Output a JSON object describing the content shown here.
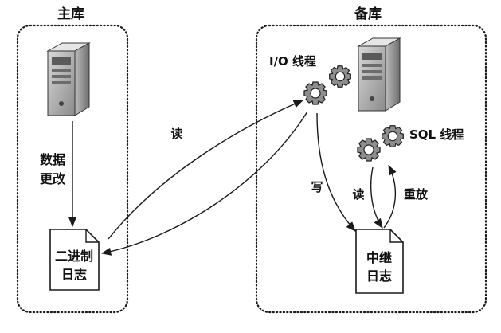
{
  "primary": {
    "title": "主库",
    "data_change_label": [
      "数据",
      "更改"
    ],
    "binlog_label": [
      "二进制",
      "日志"
    ]
  },
  "replica": {
    "title": "备库",
    "io_thread_label": "I/O 线程",
    "sql_thread_label": "SQL 线程",
    "relay_log_label": [
      "中继",
      "日志"
    ]
  },
  "edges": {
    "read_binlog_label": "读",
    "write_relay_label": "写",
    "read_relay_label": "读",
    "replay_label": "重放"
  }
}
